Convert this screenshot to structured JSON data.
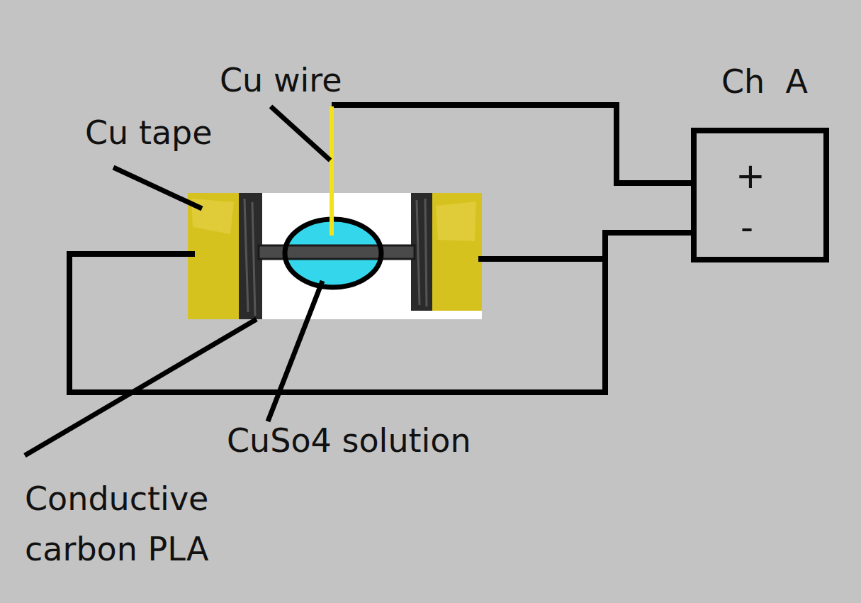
{
  "diagram": {
    "nodes": [
      {
        "text": [
          "Ch  A",
          "+",
          "-"
        ]
      }
    ],
    "labels": [
      "Cu wire",
      "Cu tape",
      "Conductive carbon PLA",
      "CuSo4 solution"
    ]
  }
}
